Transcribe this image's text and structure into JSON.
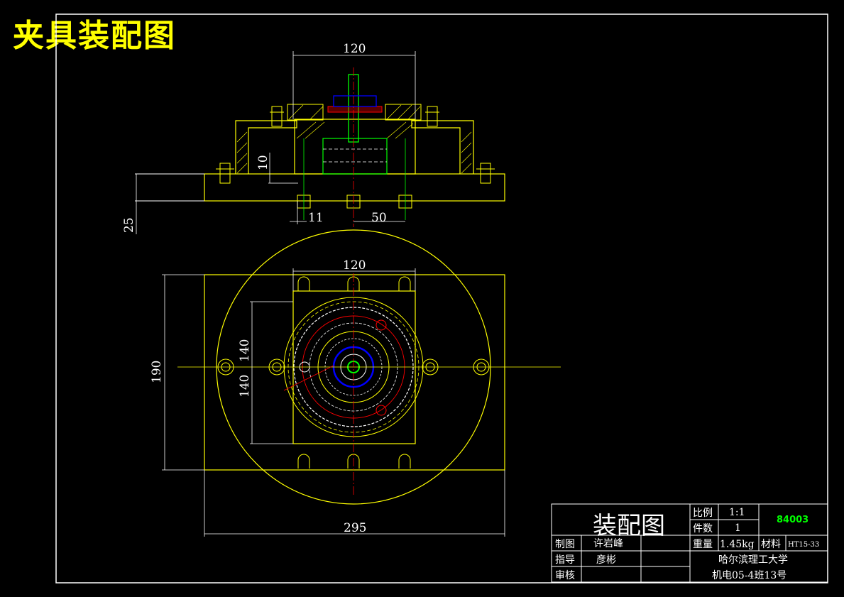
{
  "drawing": {
    "title": "夹具装配图",
    "colors": {
      "background": "#000000",
      "frame": "#ffffff",
      "outline": "#ffff00",
      "section_hatch": "#ffff00",
      "centerline": "#ff0000",
      "shaft": "#00ff00",
      "nut": "#0000ff",
      "bolt_circle": "#ffffff"
    }
  },
  "dimensions": {
    "front_width": "120",
    "front_height_10": "10",
    "front_base_thickness": "25",
    "pin_offset": "11",
    "pin_spacing": "50",
    "top_width": "120",
    "top_height_upper": "140",
    "top_height_lower": "140",
    "top_overall_height": "190",
    "top_overall_width": "295"
  },
  "title_block": {
    "drawing_name": "装配图",
    "scale_label": "比例",
    "scale_value": "1:1",
    "quantity_label": "件数",
    "quantity_value": "1",
    "weight_label": "重量",
    "weight_value": "1.45kg",
    "material_label": "材料",
    "material_value": "HT15-33",
    "drawing_number": "84003",
    "drawn_label": "制图",
    "drawn_by": "许岩峰",
    "guide_label": "指导",
    "guide_by": "彦彬",
    "review_label": "审核",
    "school": "哈尔滨理工大学",
    "class": "机电05-4班13号"
  }
}
